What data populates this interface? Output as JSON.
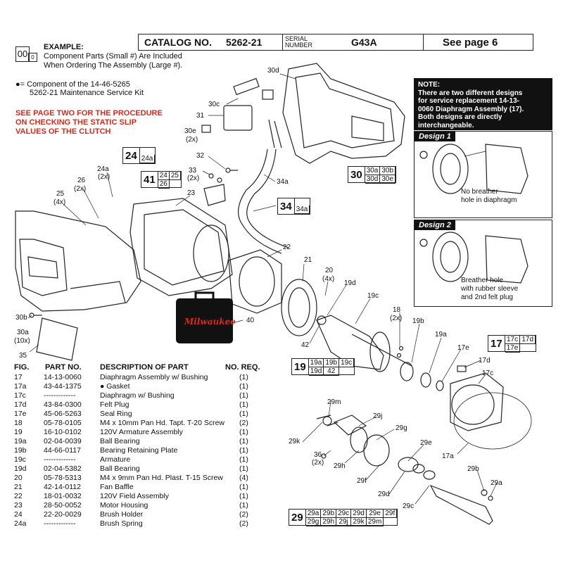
{
  "header": {
    "catalog_label": "CATALOG NO.",
    "catalog_no": "5262-21",
    "serial_label_1": "SERIAL",
    "serial_label_2": "NUMBER",
    "serial_no": "G43A",
    "see_page": "See page 6"
  },
  "example": {
    "big": "00",
    "small": "0",
    "title": "EXAMPLE:",
    "line1": "Component Parts (Small #) Are Included",
    "line2": "When Ordering The Assembly (Large #)."
  },
  "kit_note": {
    "line1": "●= Component of the 14-46-5265",
    "line2": "5262-21 Maintenance Service Kit"
  },
  "red_note": {
    "line1": "SEE PAGE TWO FOR THE PROCEDURE",
    "line2": "ON CHECKING THE STATIC SLIP",
    "line3": "VALUES OF THE CLUTCH"
  },
  "note": {
    "title": "NOTE:",
    "lines": [
      "There are two different designs",
      "for service replacement 14-13-",
      "0060 Diaphragm Assembly (17).",
      "Both designs are directly",
      "interchangeable."
    ]
  },
  "design1": {
    "tag": "Design 1",
    "caption1": "No breather",
    "caption2": "hole in diaphragm"
  },
  "design2": {
    "tag": "Design 2",
    "caption1": "Breather hole",
    "caption2": "with rubber sleeve",
    "caption3": "and 2nd felt plug"
  },
  "case_logo": "Milwaukee",
  "callouts": {
    "c24": {
      "big": "24",
      "parts": [
        "24a"
      ]
    },
    "c41": {
      "big": "41",
      "parts": [
        "24",
        "25",
        "26",
        ""
      ]
    },
    "c30": {
      "big": "30",
      "parts": [
        "30a",
        "30b",
        "30d",
        "30e"
      ]
    },
    "c34": {
      "big": "34",
      "parts": [
        "34a"
      ]
    },
    "c19": {
      "big": "19",
      "parts": [
        "19a",
        "19b",
        "19c",
        "19d",
        "42",
        ""
      ]
    },
    "c17": {
      "big": "17",
      "parts": [
        "17c",
        "17d",
        "17e",
        ""
      ]
    },
    "c29": {
      "big": "29",
      "parts": [
        "29a",
        "29b",
        "29c",
        "29d",
        "29e",
        "29f",
        "29g",
        "29h",
        "29j",
        "29k",
        "29m",
        ""
      ]
    }
  },
  "labels": [
    "30d",
    "30c",
    "31",
    "30e",
    "(2x)",
    "32",
    "33",
    "(2x)",
    "34a",
    "24a",
    "(2x)",
    "26",
    "(2x)",
    "25",
    "(4x)",
    "23",
    "22",
    "21",
    "20",
    "(4x)",
    "19d",
    "19c",
    "18",
    "(2x)",
    "19b",
    "19a",
    "17e",
    "17d",
    "17c",
    "17a",
    "40",
    "42",
    "30b",
    "30a",
    "(10x)",
    "35",
    "29m",
    "29j",
    "29g",
    "29k",
    "29e",
    "36",
    "(2x)",
    "29h",
    "29f",
    "29d",
    "29c",
    "29b",
    "29a"
  ],
  "table": {
    "headers": {
      "fig": "FIG.",
      "part": "PART NO.",
      "desc": "DESCRIPTION OF PART",
      "req": "NO. REQ."
    },
    "rows": [
      {
        "fig": "17",
        "part": "14-13-0060",
        "desc": "Diaphragm Assembly w/ Bushing",
        "req": "(1)"
      },
      {
        "fig": "17a",
        "part": "43-44-1375",
        "desc": "● Gasket",
        "req": "(1)"
      },
      {
        "fig": "17c",
        "part": "-------------",
        "desc": "Diaphragm w/ Bushing",
        "req": "(1)"
      },
      {
        "fig": "17d",
        "part": "43-84-0300",
        "desc": "Felt Plug",
        "req": "(1)"
      },
      {
        "fig": "17e",
        "part": "45-06-5263",
        "desc": "Seal Ring",
        "req": "(1)"
      },
      {
        "fig": "18",
        "part": "05-78-0105",
        "desc": "M4 x 10mm Pan Hd. Tapt. T-20 Screw",
        "req": "(2)"
      },
      {
        "fig": "19",
        "part": "16-10-0102",
        "desc": "120V Armature Assembly",
        "req": "(1)"
      },
      {
        "fig": "19a",
        "part": "02-04-0039",
        "desc": "Ball Bearing",
        "req": "(1)"
      },
      {
        "fig": "19b",
        "part": "44-66-0117",
        "desc": "Bearing Retaining Plate",
        "req": "(1)"
      },
      {
        "fig": "19c",
        "part": "-------------",
        "desc": "Armature",
        "req": "(1)"
      },
      {
        "fig": "19d",
        "part": "02-04-5382",
        "desc": "Ball Bearing",
        "req": "(1)"
      },
      {
        "fig": "20",
        "part": "05-78-5313",
        "desc": "M4 x 9mm Pan Hd. Plast. T-15 Screw",
        "req": "(4)"
      },
      {
        "fig": "21",
        "part": "42-14-0112",
        "desc": "Fan Baffle",
        "req": "(1)"
      },
      {
        "fig": "22",
        "part": "18-01-0032",
        "desc": "120V Field Assembly",
        "req": "(1)"
      },
      {
        "fig": "23",
        "part": "28-50-0052",
        "desc": "Motor Housing",
        "req": "(1)"
      },
      {
        "fig": "24",
        "part": "22-20-0029",
        "desc": "Brush Holder",
        "req": "(2)"
      },
      {
        "fig": "24a",
        "part": "-------------",
        "desc": "Brush Spring",
        "req": "(2)"
      }
    ]
  }
}
